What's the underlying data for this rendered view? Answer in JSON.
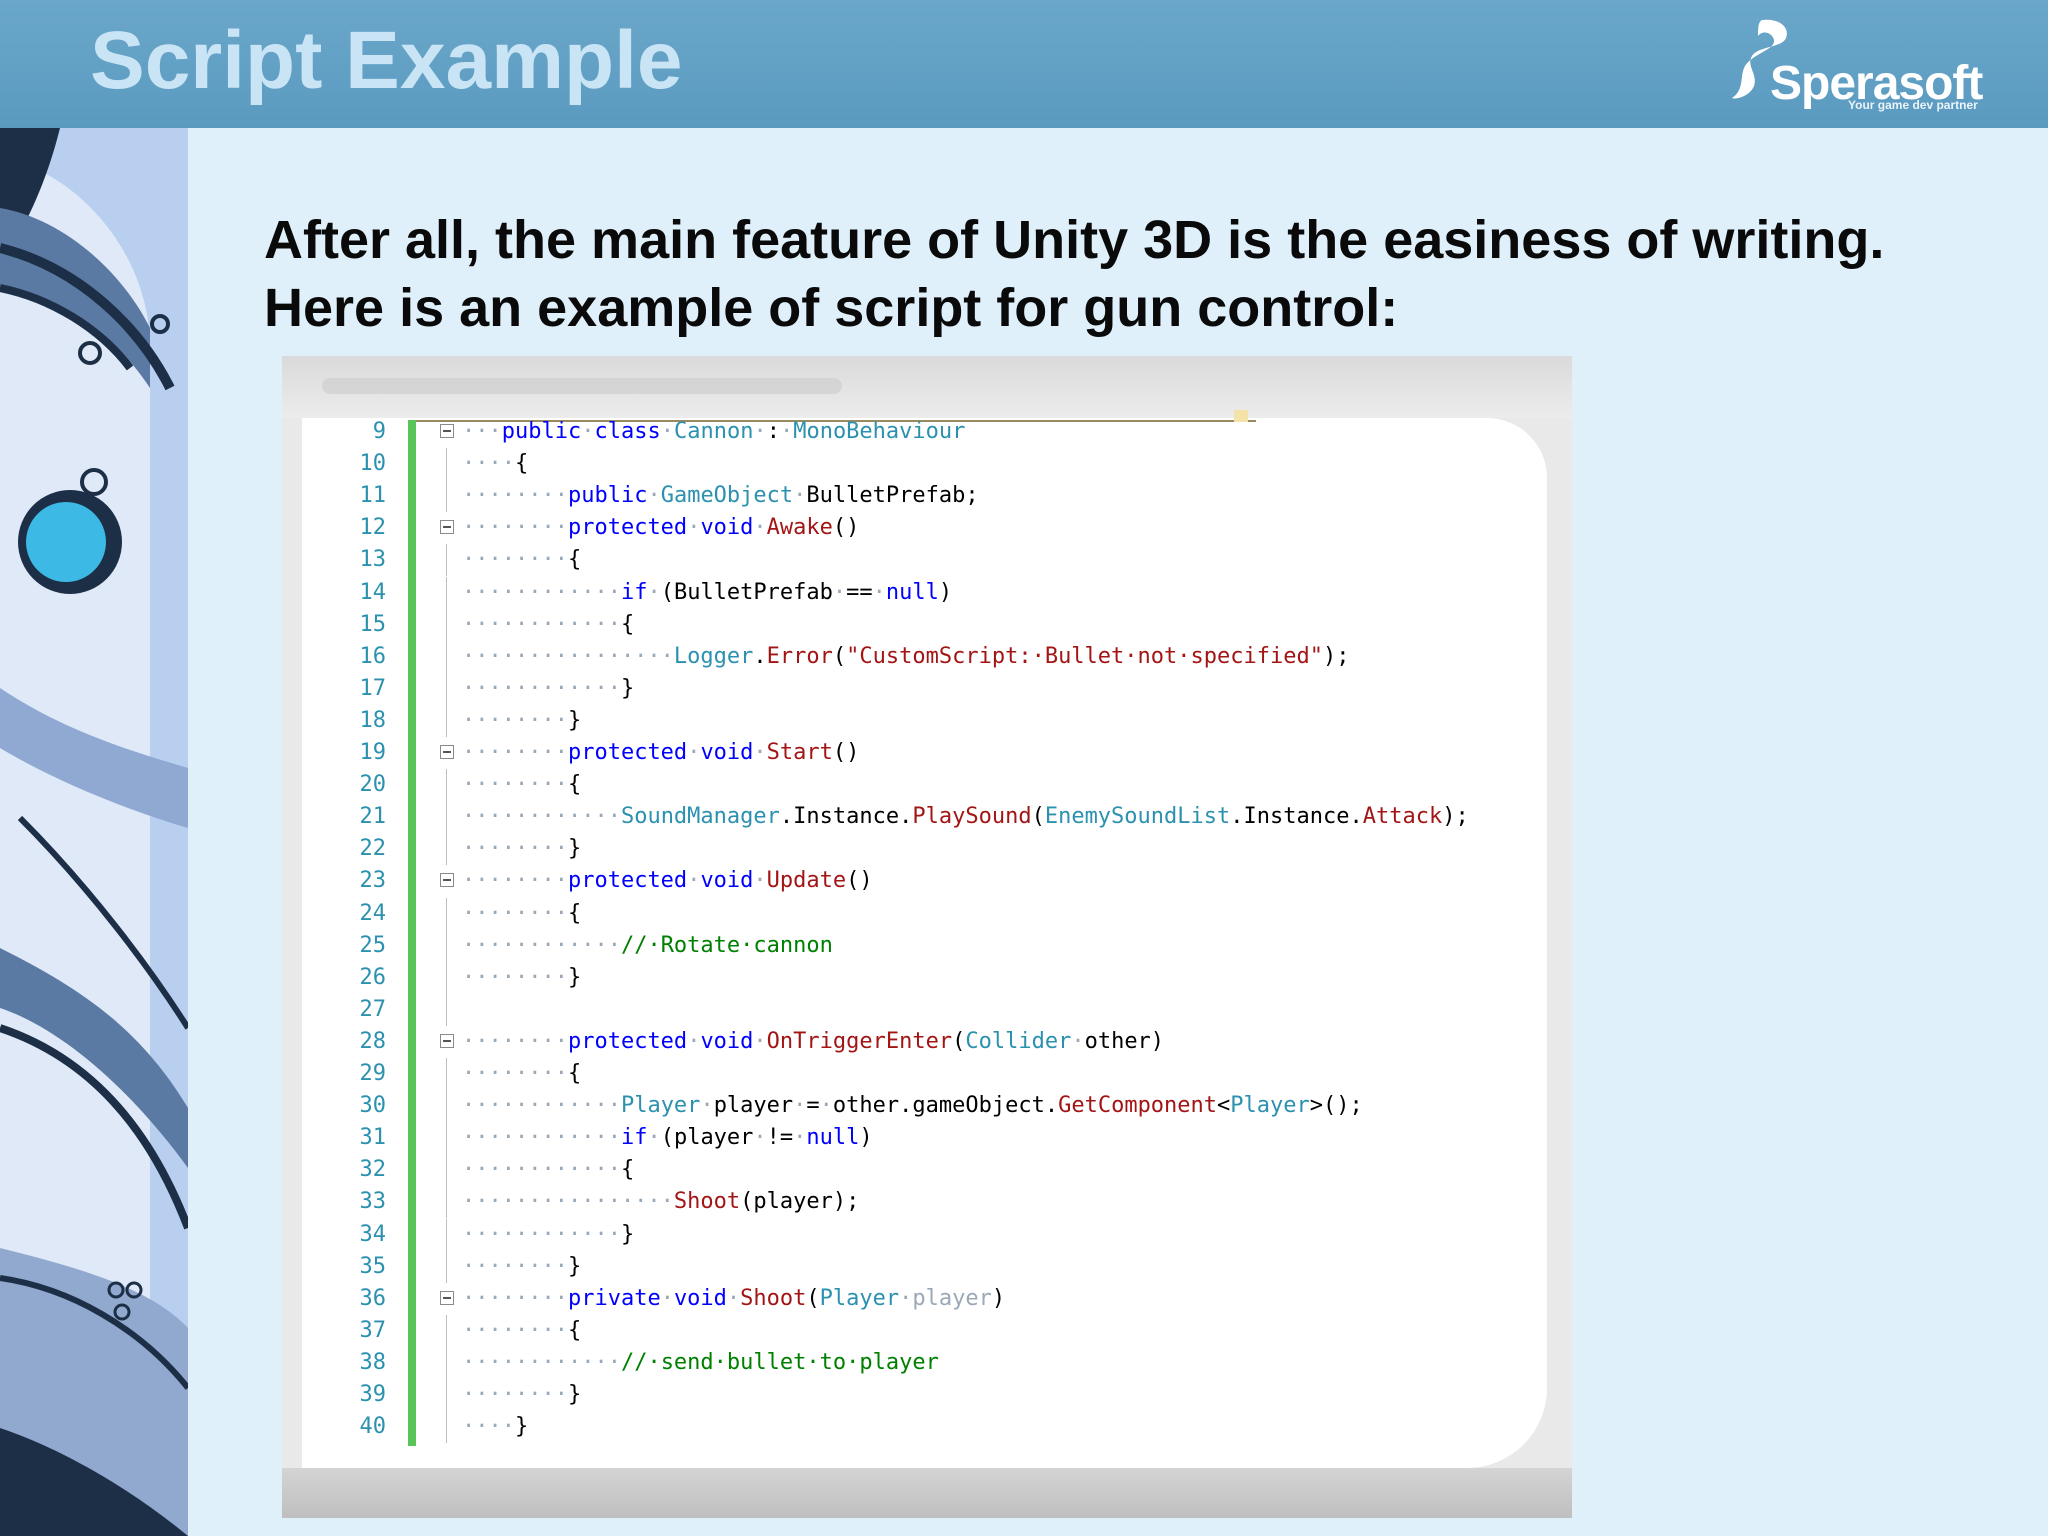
{
  "slide": {
    "title": "Script Example",
    "intro_lines": [
      "After all, the main feature of Unity 3D is the easiness of writing.",
      "Here is an example of script for gun control:"
    ]
  },
  "logo": {
    "name": "Sperasoft",
    "tagline": "Your game dev partner"
  },
  "colors": {
    "header": "#5b9ac0",
    "title_text": "#c9e4f4",
    "background": "#dff0fb",
    "keyword": "#0000ff",
    "type": "#2b91af",
    "string": "#a31515",
    "comment": "#008000",
    "change_bar": "#5ac35a"
  },
  "code": {
    "lines": [
      {
        "n": "9",
        "fold": true,
        "parts": [
          [
            "dot",
            "···"
          ],
          [
            "kw",
            "public"
          ],
          [
            "dot",
            "·"
          ],
          [
            "kw",
            "class"
          ],
          [
            "dot",
            "·"
          ],
          [
            "ty",
            "Cannon"
          ],
          [
            "dot",
            "·"
          ],
          [
            "pl",
            ":"
          ],
          [
            "dot",
            "·"
          ],
          [
            "ty",
            "MonoBehaviour"
          ]
        ]
      },
      {
        "n": "10",
        "fold": false,
        "parts": [
          [
            "dot",
            "····"
          ],
          [
            "pl",
            "{"
          ]
        ]
      },
      {
        "n": "11",
        "fold": false,
        "parts": [
          [
            "dot",
            "········"
          ],
          [
            "kw",
            "public"
          ],
          [
            "dot",
            "·"
          ],
          [
            "ty",
            "GameObject"
          ],
          [
            "dot",
            "·"
          ],
          [
            "pl",
            "BulletPrefab;"
          ]
        ]
      },
      {
        "n": "12",
        "fold": true,
        "parts": [
          [
            "dot",
            "········"
          ],
          [
            "kw",
            "protected"
          ],
          [
            "dot",
            "·"
          ],
          [
            "kw",
            "void"
          ],
          [
            "dot",
            "·"
          ],
          [
            "mt",
            "Awake"
          ],
          [
            "pl",
            "()"
          ]
        ]
      },
      {
        "n": "13",
        "fold": false,
        "parts": [
          [
            "dot",
            "········"
          ],
          [
            "pl",
            "{"
          ]
        ]
      },
      {
        "n": "14",
        "fold": false,
        "parts": [
          [
            "dot",
            "············"
          ],
          [
            "kw",
            "if"
          ],
          [
            "dot",
            "·"
          ],
          [
            "pl",
            "(BulletPrefab"
          ],
          [
            "dot",
            "·"
          ],
          [
            "pl",
            "=="
          ],
          [
            "dot",
            "·"
          ],
          [
            "kw",
            "null"
          ],
          [
            "pl",
            ")"
          ]
        ]
      },
      {
        "n": "15",
        "fold": false,
        "parts": [
          [
            "dot",
            "············"
          ],
          [
            "pl",
            "{"
          ]
        ]
      },
      {
        "n": "16",
        "fold": false,
        "parts": [
          [
            "dot",
            "················"
          ],
          [
            "ty",
            "Logger"
          ],
          [
            "pl",
            "."
          ],
          [
            "mt",
            "Error"
          ],
          [
            "pl",
            "("
          ],
          [
            "st",
            "\"CustomScript:·Bullet·not·specified\""
          ],
          [
            "pl",
            ");"
          ]
        ]
      },
      {
        "n": "17",
        "fold": false,
        "parts": [
          [
            "dot",
            "············"
          ],
          [
            "pl",
            "}"
          ]
        ]
      },
      {
        "n": "18",
        "fold": false,
        "parts": [
          [
            "dot",
            "········"
          ],
          [
            "pl",
            "}"
          ]
        ]
      },
      {
        "n": "19",
        "fold": true,
        "parts": [
          [
            "dot",
            "········"
          ],
          [
            "kw",
            "protected"
          ],
          [
            "dot",
            "·"
          ],
          [
            "kw",
            "void"
          ],
          [
            "dot",
            "·"
          ],
          [
            "mt",
            "Start"
          ],
          [
            "pl",
            "()"
          ]
        ]
      },
      {
        "n": "20",
        "fold": false,
        "parts": [
          [
            "dot",
            "········"
          ],
          [
            "pl",
            "{"
          ]
        ]
      },
      {
        "n": "21",
        "fold": false,
        "parts": [
          [
            "dot",
            "············"
          ],
          [
            "ty",
            "SoundManager"
          ],
          [
            "pl",
            ".Instance."
          ],
          [
            "mt",
            "PlaySound"
          ],
          [
            "pl",
            "("
          ],
          [
            "ty",
            "EnemySoundList"
          ],
          [
            "pl",
            ".Instance."
          ],
          [
            "mt",
            "Attack"
          ],
          [
            "pl",
            ");"
          ]
        ]
      },
      {
        "n": "22",
        "fold": false,
        "parts": [
          [
            "dot",
            "········"
          ],
          [
            "pl",
            "}"
          ]
        ]
      },
      {
        "n": "23",
        "fold": true,
        "parts": [
          [
            "dot",
            "········"
          ],
          [
            "kw",
            "protected"
          ],
          [
            "dot",
            "·"
          ],
          [
            "kw",
            "void"
          ],
          [
            "dot",
            "·"
          ],
          [
            "mt",
            "Update"
          ],
          [
            "pl",
            "()"
          ]
        ]
      },
      {
        "n": "24",
        "fold": false,
        "parts": [
          [
            "dot",
            "········"
          ],
          [
            "pl",
            "{"
          ]
        ]
      },
      {
        "n": "25",
        "fold": false,
        "parts": [
          [
            "dot",
            "············"
          ],
          [
            "cm",
            "//·Rotate·cannon"
          ]
        ]
      },
      {
        "n": "26",
        "fold": false,
        "parts": [
          [
            "dot",
            "········"
          ],
          [
            "pl",
            "}"
          ]
        ]
      },
      {
        "n": "27",
        "fold": false,
        "parts": []
      },
      {
        "n": "28",
        "fold": true,
        "parts": [
          [
            "dot",
            "········"
          ],
          [
            "kw",
            "protected"
          ],
          [
            "dot",
            "·"
          ],
          [
            "kw",
            "void"
          ],
          [
            "dot",
            "·"
          ],
          [
            "mt",
            "OnTriggerEnter"
          ],
          [
            "pl",
            "("
          ],
          [
            "ty",
            "Collider"
          ],
          [
            "dot",
            "·"
          ],
          [
            "pl",
            "other)"
          ]
        ]
      },
      {
        "n": "29",
        "fold": false,
        "parts": [
          [
            "dot",
            "········"
          ],
          [
            "pl",
            "{"
          ]
        ]
      },
      {
        "n": "30",
        "fold": false,
        "parts": [
          [
            "dot",
            "············"
          ],
          [
            "ty",
            "Player"
          ],
          [
            "dot",
            "·"
          ],
          [
            "pl",
            "player"
          ],
          [
            "dot",
            "·"
          ],
          [
            "pl",
            "="
          ],
          [
            "dot",
            "·"
          ],
          [
            "pl",
            "other.gameObject."
          ],
          [
            "mt",
            "GetComponent"
          ],
          [
            "pl",
            "<"
          ],
          [
            "ty",
            "Player"
          ],
          [
            "pl",
            ">();"
          ]
        ]
      },
      {
        "n": "31",
        "fold": false,
        "parts": [
          [
            "dot",
            "············"
          ],
          [
            "kw",
            "if"
          ],
          [
            "dot",
            "·"
          ],
          [
            "pl",
            "(player"
          ],
          [
            "dot",
            "·"
          ],
          [
            "pl",
            "!="
          ],
          [
            "dot",
            "·"
          ],
          [
            "kw",
            "null"
          ],
          [
            "pl",
            ")"
          ]
        ]
      },
      {
        "n": "32",
        "fold": false,
        "parts": [
          [
            "dot",
            "············"
          ],
          [
            "pl",
            "{"
          ]
        ]
      },
      {
        "n": "33",
        "fold": false,
        "parts": [
          [
            "dot",
            "················"
          ],
          [
            "mt",
            "Shoot"
          ],
          [
            "pl",
            "(player);"
          ]
        ]
      },
      {
        "n": "34",
        "fold": false,
        "parts": [
          [
            "dot",
            "············"
          ],
          [
            "pl",
            "}"
          ]
        ]
      },
      {
        "n": "35",
        "fold": false,
        "parts": [
          [
            "dot",
            "········"
          ],
          [
            "pl",
            "}"
          ]
        ]
      },
      {
        "n": "36",
        "fold": true,
        "parts": [
          [
            "dot",
            "········"
          ],
          [
            "kw",
            "private"
          ],
          [
            "dot",
            "·"
          ],
          [
            "kw",
            "void"
          ],
          [
            "dot",
            "·"
          ],
          [
            "mt",
            "Shoot"
          ],
          [
            "pl",
            "("
          ],
          [
            "ty",
            "Player"
          ],
          [
            "dot",
            "·"
          ],
          [
            "dm",
            "player"
          ],
          [
            "pl",
            ")"
          ]
        ]
      },
      {
        "n": "37",
        "fold": false,
        "parts": [
          [
            "dot",
            "········"
          ],
          [
            "pl",
            "{"
          ]
        ]
      },
      {
        "n": "38",
        "fold": false,
        "parts": [
          [
            "dot",
            "············"
          ],
          [
            "cm",
            "//·send·bullet·to·player"
          ]
        ]
      },
      {
        "n": "39",
        "fold": false,
        "parts": [
          [
            "dot",
            "········"
          ],
          [
            "pl",
            "}"
          ]
        ]
      },
      {
        "n": "40",
        "fold": false,
        "parts": [
          [
            "dot",
            "····"
          ],
          [
            "pl",
            "}"
          ]
        ]
      }
    ]
  }
}
